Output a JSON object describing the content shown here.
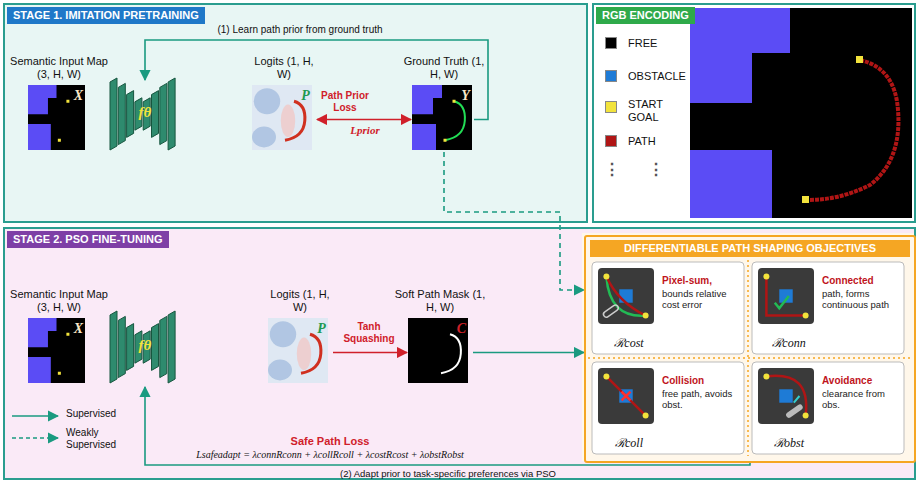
{
  "diagram": {
    "nodes": [
      {
        "text": [
          "STAGE 1. IMITATION PRETRAINING"
        ]
      },
      {
        "text": [
          "RGB ENCODING"
        ]
      },
      {
        "text": [
          "STAGE 2. PSO FINE-TUNING"
        ]
      },
      {
        "text": [
          "DIFFERENTIABLE PATH SHAPING OBJECTIVES"
        ],
        "in": 2
      },
      {
        "text": [
          "Semantic Input Map (3, H, W)",
          "X"
        ],
        "in": 0
      },
      {
        "text": [
          "fθ"
        ],
        "in": 0
      },
      {
        "text": [
          "Logits (1, H, W)",
          "P"
        ],
        "in": 0
      },
      {
        "text": [
          "Ground Truth (1, H, W)",
          "Y"
        ],
        "in": 0
      },
      {
        "text": [
          "Semantic Input Map (3, H, W)",
          "X"
        ],
        "in": 2
      },
      {
        "text": [
          "fθ"
        ],
        "in": 2
      },
      {
        "text": [
          "Logits (1, H, W)",
          "P"
        ],
        "in": 2
      },
      {
        "text": [
          "Soft Path Mask (1, H, W)",
          "C"
        ],
        "in": 2
      },
      {
        "text": [
          "Pixel-sum,",
          "bounds relative cost error",
          "ℛcost"
        ],
        "in": 3
      },
      {
        "text": [
          "Connected",
          "path, forms continuous path",
          "ℛconn"
        ],
        "in": 3
      },
      {
        "text": [
          "Collision",
          "free path, avoids obst.",
          "ℛcoll"
        ],
        "in": 3
      },
      {
        "text": [
          "Avoidance",
          "clearance from obs.",
          "ℛobst"
        ],
        "in": 3
      }
    ],
    "edges": [
      {
        "from": 6,
        "to": 7,
        "arrow": "both",
        "label": "Path Prior Loss"
      },
      {
        "from": 7,
        "to": 5,
        "arrow": "to",
        "label": "(1) Learn path prior from ground truth"
      },
      {
        "from": 7,
        "to": 3,
        "arrow": "to"
      },
      {
        "from": 10,
        "to": 11,
        "arrow": "to",
        "label": "Tanh Squashing"
      },
      {
        "from": 11,
        "to": 3,
        "arrow": "to"
      },
      {
        "from": 3,
        "to": 9,
        "arrow": "to",
        "label": "(2) Adapt prior to task-specific preferences via PSO"
      }
    ],
    "labels": [
      "⋮",
      "⋮",
      "Lprior",
      "Safe Path Loss",
      "Lsafeadapt = λconnRconn + λcollRcoll + λcostRcost + λobstRobst"
    ],
    "legend": [
      {
        "text": "FREE",
        "color": "#000000"
      },
      {
        "text": "OBSTACLE",
        "color": "#1e7bd6"
      },
      {
        "text": "START GOAL",
        "color": "#f2e33c"
      },
      {
        "text": "PATH",
        "color": "#b01515"
      },
      {
        "text": "Supervised"
      },
      {
        "text": "Weakly Supervised"
      }
    ]
  }
}
